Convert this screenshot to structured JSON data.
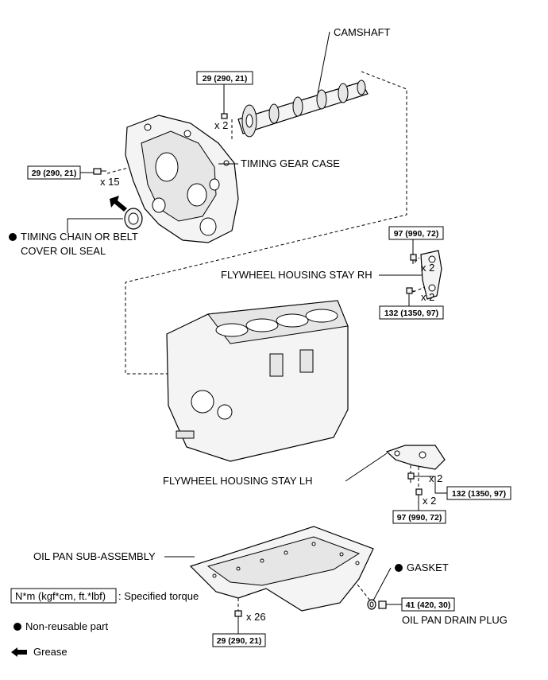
{
  "labels": {
    "camshaft": "CAMSHAFT",
    "timing_gear_case": "TIMING GEAR CASE",
    "oil_seal_line1": "TIMING CHAIN OR BELT",
    "oil_seal_line2": "COVER OIL SEAL",
    "stay_rh": "FLYWHEEL HOUSING STAY RH",
    "stay_lh": "FLYWHEEL HOUSING STAY LH",
    "oil_pan": "OIL PAN SUB-ASSEMBLY",
    "gasket": "GASKET",
    "drain_plug": "OIL PAN DRAIN PLUG"
  },
  "torques": {
    "camshaft_bolt": "29 (290, 21)",
    "case_bolt": "29 (290, 21)",
    "rh_upper": "97 (990, 72)",
    "rh_lower": "132 (1350, 97)",
    "lh_upper": "132 (1350, 97)",
    "lh_lower": "97 (990, 72)",
    "oil_pan": "29 (290, 21)",
    "drain_plug": "41 (420, 30)"
  },
  "quantities": {
    "camshaft_bolt": "x 2",
    "case_bolt": "x 15",
    "rh_upper": "x 2",
    "rh_lower": "x 2",
    "lh_upper": "x 2",
    "lh_lower": "x 2",
    "oil_pan": "x 26"
  },
  "legend": {
    "torque_key": "N*m (kgf*cm, ft.*lbf)",
    "torque_desc": ": Specified torque",
    "non_reusable": "Non-reusable part",
    "grease": "Grease"
  }
}
